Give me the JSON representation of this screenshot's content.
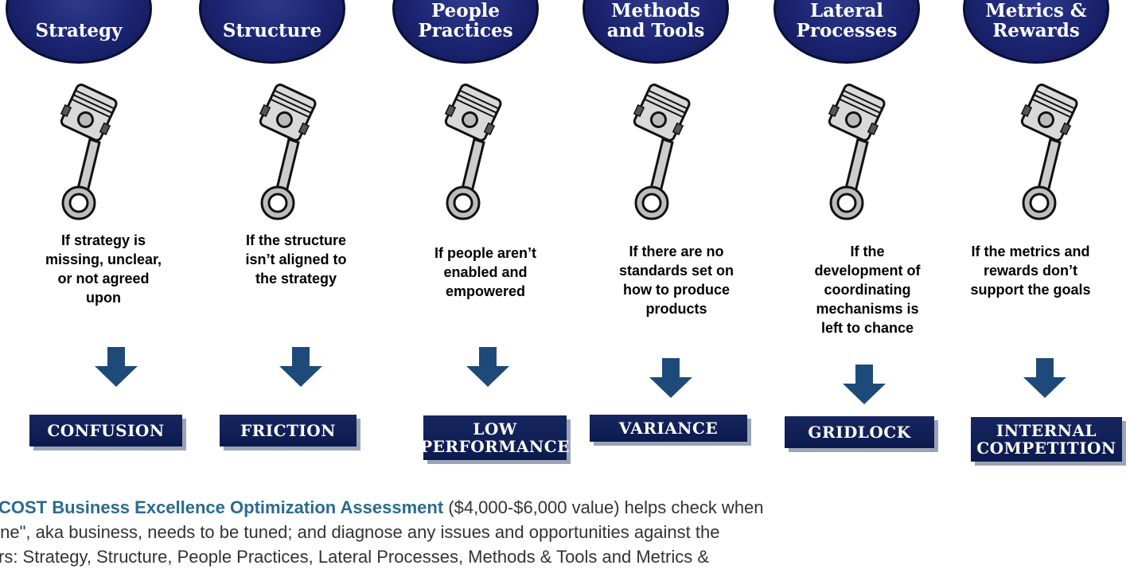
{
  "columns": [
    {
      "title": "Strategy",
      "description": "If strategy is\nmissing, unclear,\nor not agreed\nupon",
      "result": "CONFUSION"
    },
    {
      "title": "Structure",
      "description": "If the structure\nisn’t aligned to\nthe strategy",
      "result": "FRICTION"
    },
    {
      "title": "People\nPractices",
      "description": "If people aren’t\nenabled and\nempowered",
      "result": "LOW\nPERFORMANCE"
    },
    {
      "title": "Methods\nand Tools",
      "description": "If there are no\nstandards set on\nhow to produce\nproducts",
      "result": "VARIANCE"
    },
    {
      "title": "Lateral\nProcesses",
      "description": "If the\ndevelopment of\ncoordinating\nmechanisms is\nleft to chance",
      "result": "GRIDLOCK"
    },
    {
      "title": "Metrics &\nRewards",
      "description": "If the metrics and\nrewards don’t\nsupport the goals",
      "result": "INTERNAL\nCOMPETITION"
    }
  ],
  "bottom": {
    "lead": "COST Business Excellence Optimization Assessment",
    "line1_rest": " ($4,000-$6,000 value) helps check when",
    "line2": "gine\", aka business, needs to be tuned; and diagnose any issues and opportunities against the",
    "line3": "llars:  Strategy,  Structure,  People Practices,  Lateral Processes,  Methods & Tools  and  Metrics &"
  },
  "colors": {
    "oval": "#1b2470",
    "result_box": "#0b1a4e",
    "arrow": "#1e4a7a",
    "lead_text": "#2b6b8e"
  }
}
